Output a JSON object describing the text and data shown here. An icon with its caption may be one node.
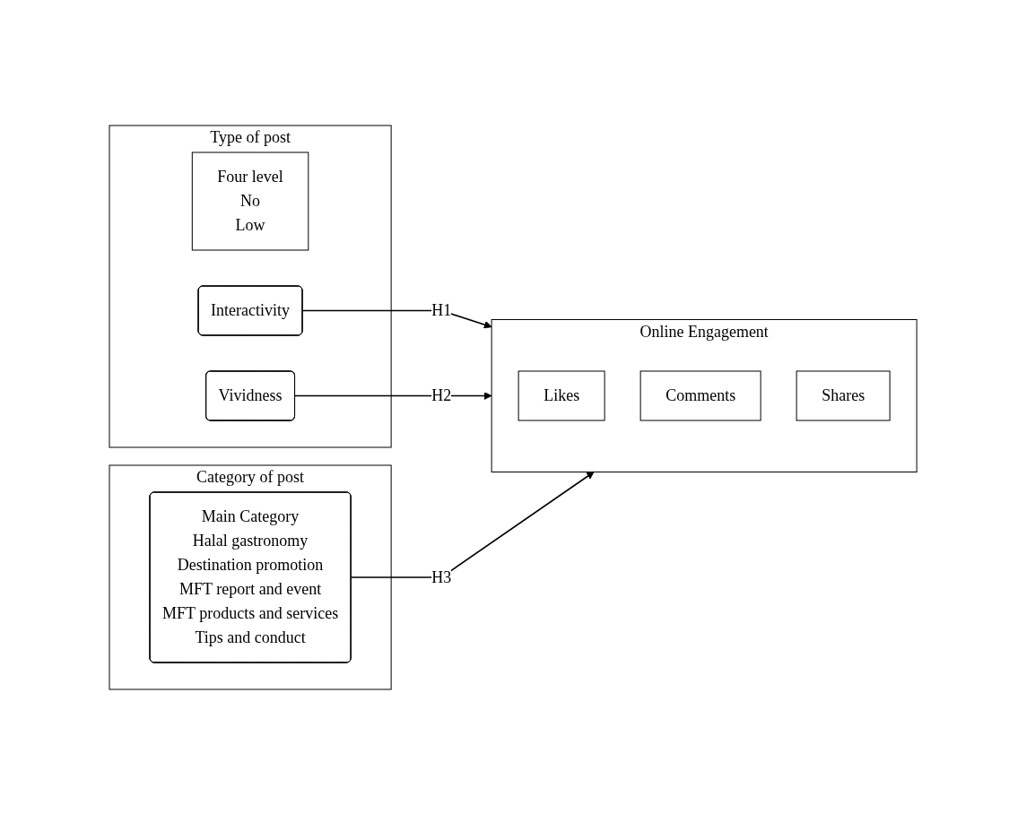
{
  "diagram": {
    "nodes": [
      {
        "text": [
          "Type of post"
        ]
      },
      {
        "text": [
          "Four level",
          "No",
          "Low"
        ],
        "in": 0
      },
      {
        "text": [
          "Interactivity"
        ],
        "in": 0
      },
      {
        "text": [
          "Vividness"
        ],
        "in": 0
      },
      {
        "text": [
          "Category of post"
        ]
      },
      {
        "text": [
          "Main Category",
          "Halal gastronomy",
          "Destination promotion",
          "MFT report and event",
          "MFT products and services",
          "Tips and conduct"
        ],
        "in": 4
      },
      {
        "text": [
          "Online Engagement"
        ]
      },
      {
        "text": [
          "Likes"
        ],
        "in": 6
      },
      {
        "text": [
          "Comments"
        ],
        "in": 6
      },
      {
        "text": [
          "Shares"
        ],
        "in": 6
      }
    ],
    "edges": [
      {
        "from": 2,
        "to": 6,
        "arrow": "to",
        "label": "H1"
      },
      {
        "from": 3,
        "to": 6,
        "arrow": "to",
        "label": "H2"
      },
      {
        "from": 5,
        "to": 6,
        "arrow": "to",
        "label": "H3"
      }
    ]
  }
}
